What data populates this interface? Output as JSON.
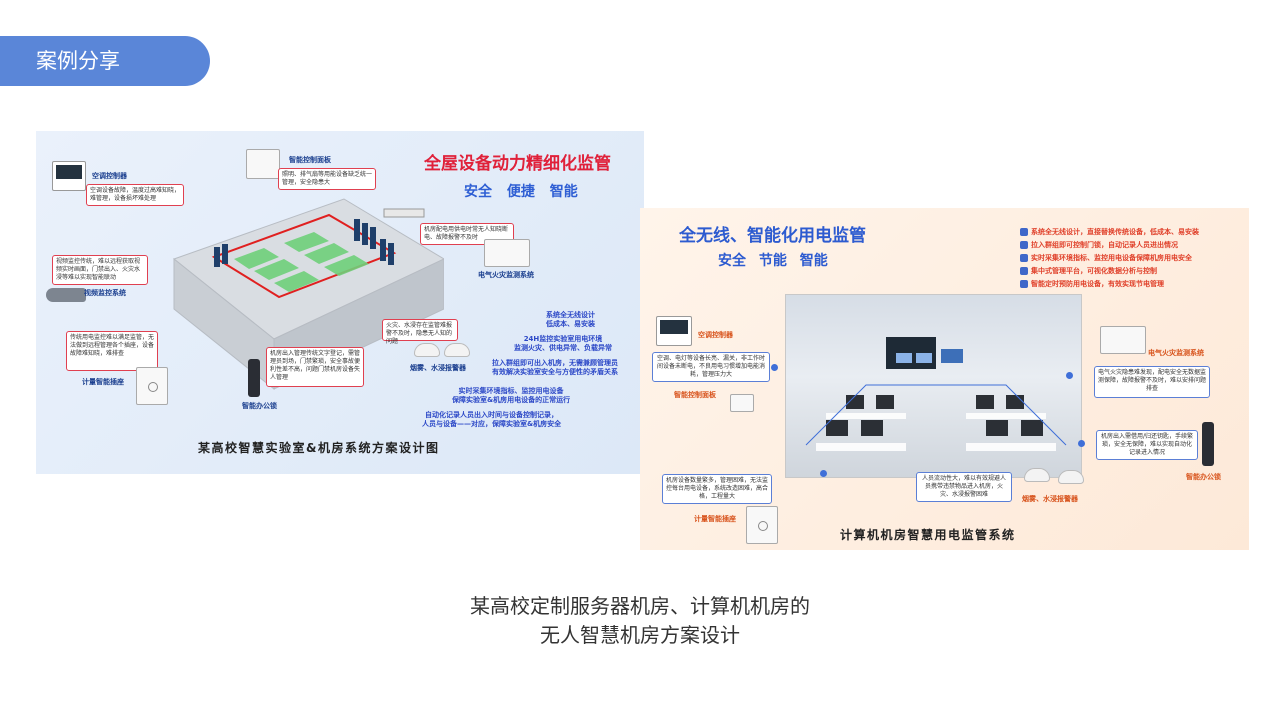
{
  "section": {
    "label": "案例分享"
  },
  "poster1": {
    "title": "全屋设备动力精细化监管",
    "subtitle": "安全  便捷  智能",
    "caption": "某高校智慧实验室&机房系统方案设计图",
    "labels": {
      "ac_panel": "空调控制器",
      "smart_panel": "智能控制面板",
      "video": "视频监控系统",
      "fire": "电气火灾监测系统",
      "socket": "计量智能插座",
      "lock": "智能办公锁",
      "alarm": "烟雾、水浸报警器"
    },
    "callouts": {
      "ac": "空调设备故障，温度过高难知晓，难管理，设备损坏难处理",
      "smart": "照明、排气扇等用能设备缺乏统一管理，安全隐患大",
      "power": "机房配电用供电时常无人知晓断电、故障报警不及时",
      "video": "视频监控传统，难以远程获取视频实时画面，门禁出入、火灾水浸等难以实现智能联动",
      "socket": "传统用电监控难以满足监管，无法做到远程管理各个插座，设备故障难知晓，难排查",
      "lock": "机房出入管理传统文字登记，需管理员到场，门禁繁琐，安全事故便利性差不高，问题门禁机房设备失人管理",
      "alarm": "火灾、水浸存在监管难报警不及时，隐患无人知的问题"
    },
    "notes": [
      "系统全无线设计\n低成本、易安装",
      "24H监控实验室用电环境\n监测火灾、供电异常、负载异常",
      "拉入群组即可出入机房，无需兼顾管理员\n有效解决实验室安全与方便性的矛盾关系",
      "实时采集环境指标、监控用电设备\n保障实验室&机房用电设备的正常运行",
      "自动化记录人员出入时间与设备控制记录，\n人员与设备——对应，保障实验室&机房安全"
    ]
  },
  "poster2": {
    "title": "全无线、智能化用电监管",
    "subtitle": "安全  节能  智能",
    "caption": "计算机机房智慧用电监管系统",
    "features": [
      "系统全无线设计，直接替换传统设备，低成本、易安装",
      "拉入群组即可控制门锁，自动记录人员进出情况",
      "实时采集环境指标、监控用电设备保障机房用电安全",
      "集中式管理平台，可视化数据分析与控制",
      "智能定时预防用电设备，有效实现节电管理"
    ],
    "labels": {
      "ac_panel": "空调控制器",
      "smart_panel": "智能控制面板",
      "fire": "电气火灾监测系统",
      "lock": "智能办公锁",
      "socket": "计量智能插座",
      "alarm": "烟雾、水浸报警器"
    },
    "callouts": {
      "ac": "空调、电灯等设备长亮、漏关，非工作时间设备未断电，不良用电习惯增加电能消耗，管理压力大",
      "fire": "电气火灾隐患难发现，配电安全无数据监测保障，故障报警不及时，难以安排问题排查",
      "lock": "机房出入需借用/归还钥匙，手续繁琐，安全无保障，难以实现自动化记录进入情况",
      "socket": "机房设备数量繁多，管理困难，无法监控每台用电设备，系统改造困难，高合格，工程量大",
      "alarm": "人员流动性大，难以有效规避人员携带违禁物品进入机房，火灾、水浸报警困难"
    }
  },
  "caption": {
    "line1": "某高校定制服务器机房、计算机机房的",
    "line2": "无人智慧机房方案设计"
  },
  "colors": {
    "accent": "#5a86d8",
    "red_title": "#e0213a",
    "blue_title": "#2d5bd0",
    "orange_label": "#d8541d"
  }
}
